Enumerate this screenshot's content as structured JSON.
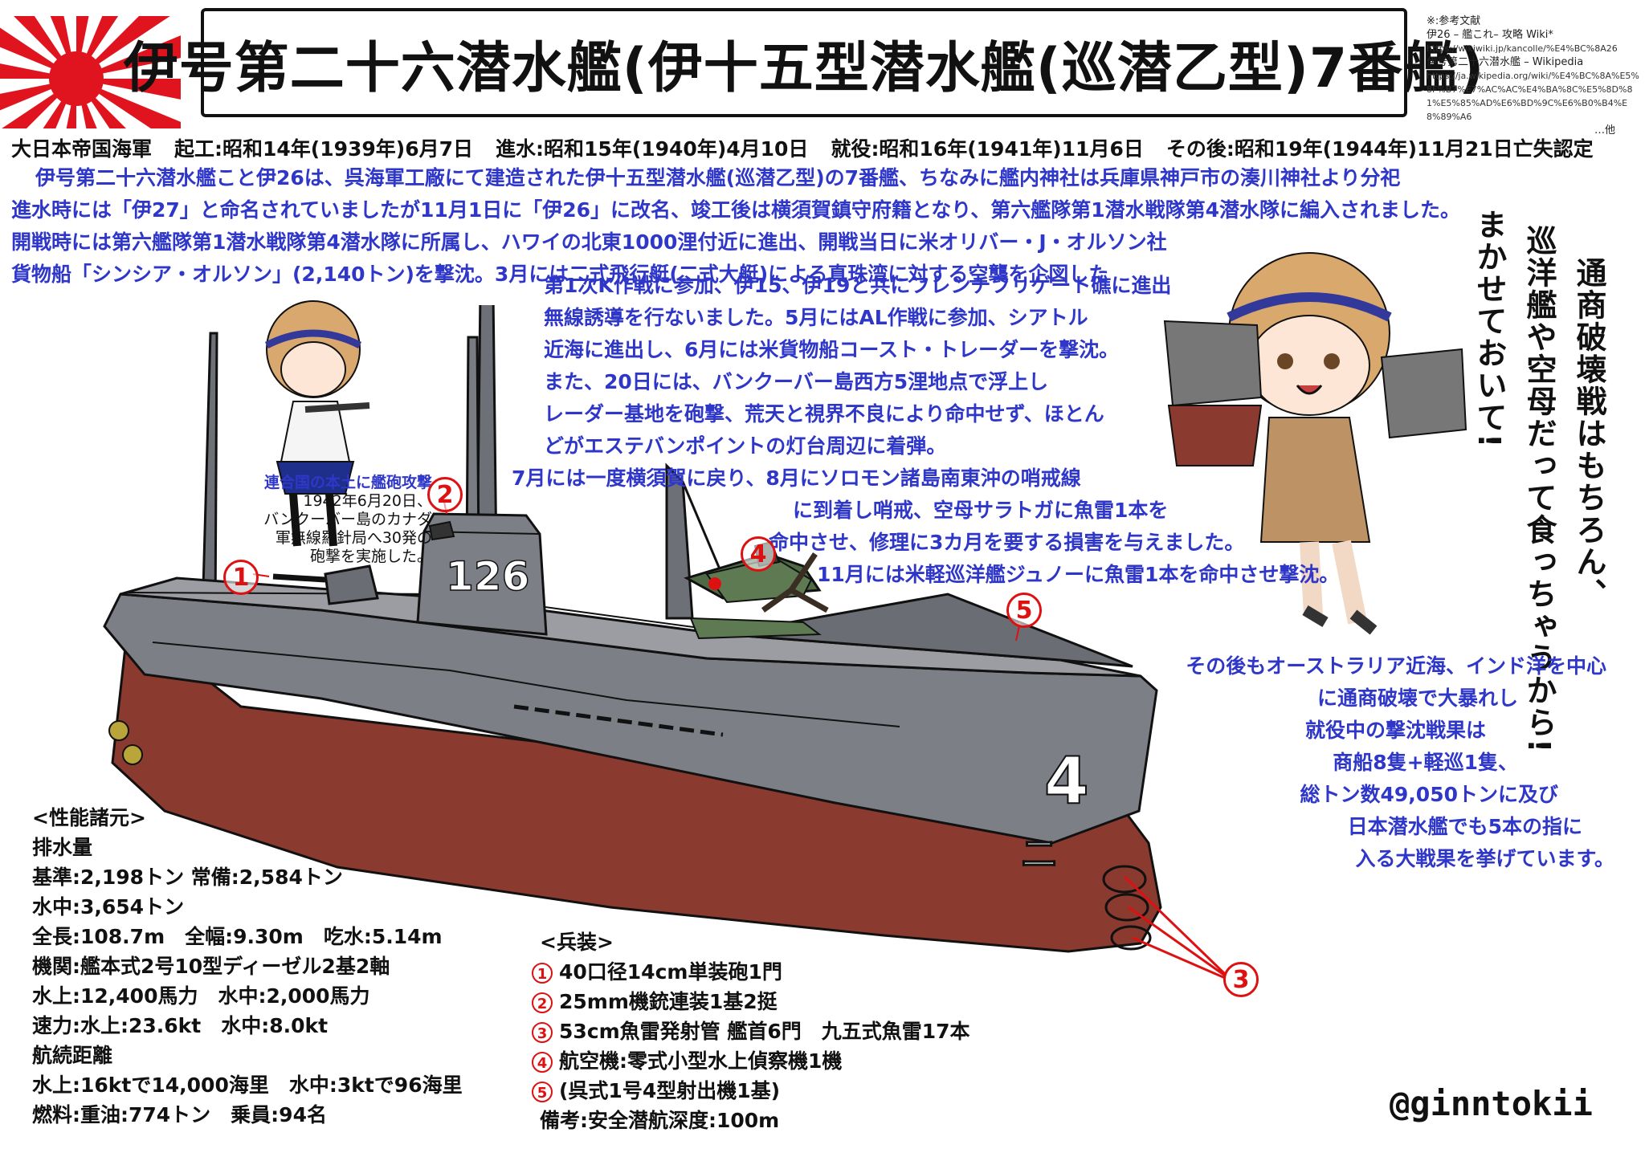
{
  "title": "伊号第二十六潜水艦(伊十五型潜水艦(巡潜乙型)7番艦)",
  "references": {
    "heading": "※:参考文献",
    "items": [
      {
        "label": "伊26 – 艦これ– 攻略 Wiki*",
        "url": "https://wikiwiki.jp/kancolle/%E4%BC%8A26"
      },
      {
        "label": "伊号第二十六潜水艦 – Wikipedia",
        "url": "https://ja.wikipedia.org/wiki/%E4%BC%8A%E5%8F%B7%E7%AC%AC%E4%BA%8C%E5%8D%81%E5%85%AD%E6%BD%9C%E6%B0%B4%E8%89%A6"
      }
    ],
    "etc": "…他"
  },
  "info_bar": {
    "navy": "大日本帝国海軍",
    "laid_down": "起工:昭和14年(1939年)6月7日",
    "launched": "進水:昭和15年(1940年)4月10日",
    "commissioned": "就役:昭和16年(1941年)11月6日",
    "fate": "その後:昭和19年(1944年)11月21日亡失認定"
  },
  "history": {
    "lines": [
      "伊号第二十六潜水艦こと伊26は、呉海軍工廠にて建造された伊十五型潜水艦(巡潜乙型)の7番艦、ちなみに艦内神社は兵庫県神戸市の湊川神社より分祀",
      "進水時には「伊27」と命名されていましたが11月1日に「伊26」に改名、竣工後は横須賀鎮守府籍となり、第六艦隊第1潜水戦隊第4潜水隊に編入されました。",
      "開戦時には第六艦隊第1潜水戦隊第4潜水隊に所属し、ハワイの北東1000浬付近に進出、開戦当日に米オリバー・J・オルソン社",
      "貨物船「シンシア・オルソン」(2,140トン)を撃沈。3月には二式飛行艇(二式大艇)による真珠湾に対する空襲を企図した"
    ],
    "block2": [
      "第1次K作戦に参加、伊15、伊19と共にフレンチフリゲート礁に進出",
      "無線誘導を行ないました。5月にはAL作戦に参加、シアトル",
      "近海に進出し、6月には米貨物船コースト・トレーダーを撃沈。",
      "また、20日には、バンクーバー島西方5浬地点で浮上し",
      "レーダー基地を砲撃、荒天と視界不良により命中せず、ほとん",
      "どがエステバンポイントの灯台周辺に着弾。",
      "7月には一度横須賀に戻り、8月にソロモン諸島南東沖の哨戒線",
      "に到着し哨戒、空母サラトガに魚雷1本を",
      "命中させ、修理に3カ月を要する損害を与えました。",
      "11月には米軽巡洋艦ジュノーに魚雷1本を命中させ撃沈。"
    ]
  },
  "speech": {
    "columns": [
      "通商破壊戦はもちろん、",
      "巡洋艦や空母だって食っちゃうから!",
      "まかせておいて!"
    ]
  },
  "sidebar_lines": [
    "その後もオーストラリア近海、インド洋を中心",
    "に通商破壊で大暴れし",
    "就役中の撃沈戦果は",
    "商船8隻+軽巡1隻、",
    "総トン数49,050トンに及び",
    "日本潜水艦でも5本の指に",
    "入る大戦果を挙げています。"
  ],
  "bombard_note": {
    "head": "連合国の本土に艦砲攻撃",
    "lines": [
      "1942年6月20日、",
      "バンクーバー島のカナダ",
      "軍無線羅針局へ30発の",
      "砲撃を実施した。"
    ]
  },
  "specs": {
    "heading": "<性能諸元>",
    "lines": [
      "排水量",
      "基準:2,198トン 常備:2,584トン",
      "水中:3,654トン",
      "全長:108.7m　全幅:9.30m　吃水:5.14m",
      "機関:艦本式2号10型ディーゼル2基2軸",
      "水上:12,400馬力　水中:2,000馬力",
      "速力:水上:23.6kt　水中:8.0kt",
      "航続距離",
      "水上:16ktで14,000海里　水中:3ktで96海里",
      "燃料:重油:774トン　乗員:94名"
    ]
  },
  "weapons": {
    "heading": "<兵装>",
    "items": [
      {
        "mark": "1",
        "text": "40口径14cm単装砲1門"
      },
      {
        "mark": "2",
        "text": "25mm機銃連装1基2挺"
      },
      {
        "mark": "3",
        "text": "53cm魚雷発射管 艦首6門　九五式魚雷17本"
      },
      {
        "mark": "4",
        "text": "航空機:零式小型水上偵察機1機"
      },
      {
        "mark": "5",
        "text": "(呉式1号4型射出機1基)"
      }
    ],
    "note": "備考:安全潜航深度:100m"
  },
  "markers": [
    "1",
    "2",
    "3",
    "4",
    "5"
  ],
  "hull": {
    "conning_number": "126",
    "bow_number": "4",
    "bow_kana": "ニ"
  },
  "signature": "@ginntokii",
  "colors": {
    "text_blue": "#2f37c9",
    "marker_red": "#dd1111",
    "hull_grey": "#7d7f86",
    "hull_red": "#8a3a2e",
    "flag_red": "#e0141e"
  }
}
